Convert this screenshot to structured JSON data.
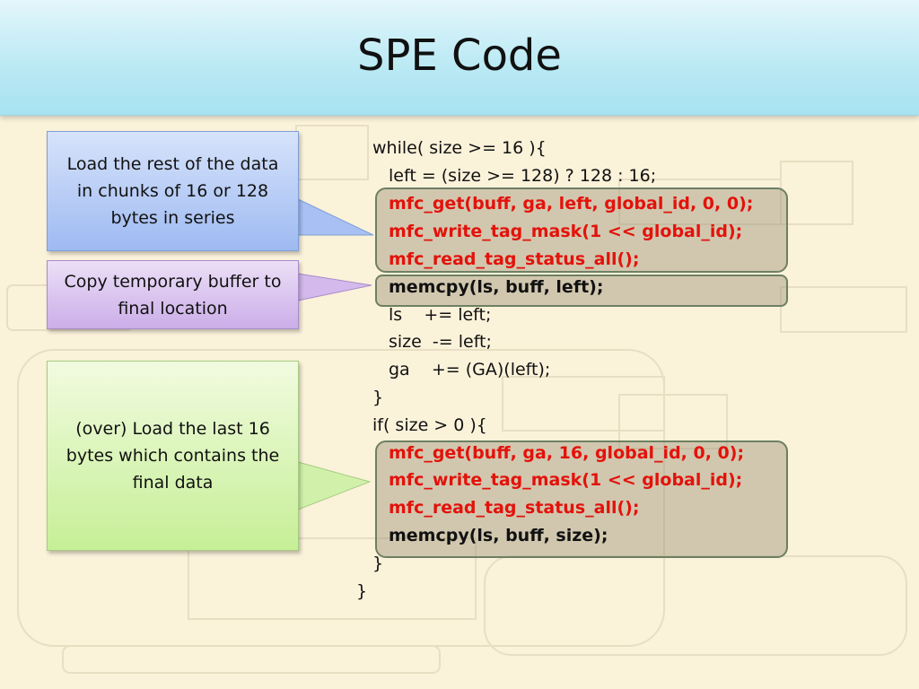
{
  "slide": {
    "title": "SPE Code"
  },
  "callouts": [
    {
      "text": "Load the rest of the data in chunks of 16 or 128 bytes in series"
    },
    {
      "text": "Copy temporary buffer to final location"
    },
    {
      "text": "(over) Load the last 16 bytes which contains the final data"
    }
  ],
  "code": {
    "lines": [
      {
        "text": "while( size >= 16 ){"
      },
      {
        "text": "left = (size >= 128) ? 128 : 16;"
      },
      {
        "text": "mfc_get(buff, ga, left, global_id, 0, 0);"
      },
      {
        "text": "mfc_write_tag_mask(1 << global_id);"
      },
      {
        "text": "mfc_read_tag_status_all();"
      },
      {
        "text": "memcpy(ls, buff, left);"
      },
      {
        "text": "ls    += left;"
      },
      {
        "text": "size  -= left;"
      },
      {
        "text": "ga    += (GA)(left);"
      },
      {
        "text": "}"
      },
      {
        "text": "if( size > 0 ){"
      },
      {
        "text": "mfc_get(buff, ga, 16, global_id, 0, 0);"
      },
      {
        "text": "mfc_write_tag_mask(1 << global_id);"
      },
      {
        "text": "mfc_read_tag_status_all();"
      },
      {
        "text": "memcpy(ls, buff, size);"
      },
      {
        "text": "}"
      },
      {
        "text": "}"
      }
    ]
  },
  "colors": {
    "highlight_code": "#e3120b",
    "title_bar": "#b9e9f4",
    "background": "#fbf2da"
  }
}
